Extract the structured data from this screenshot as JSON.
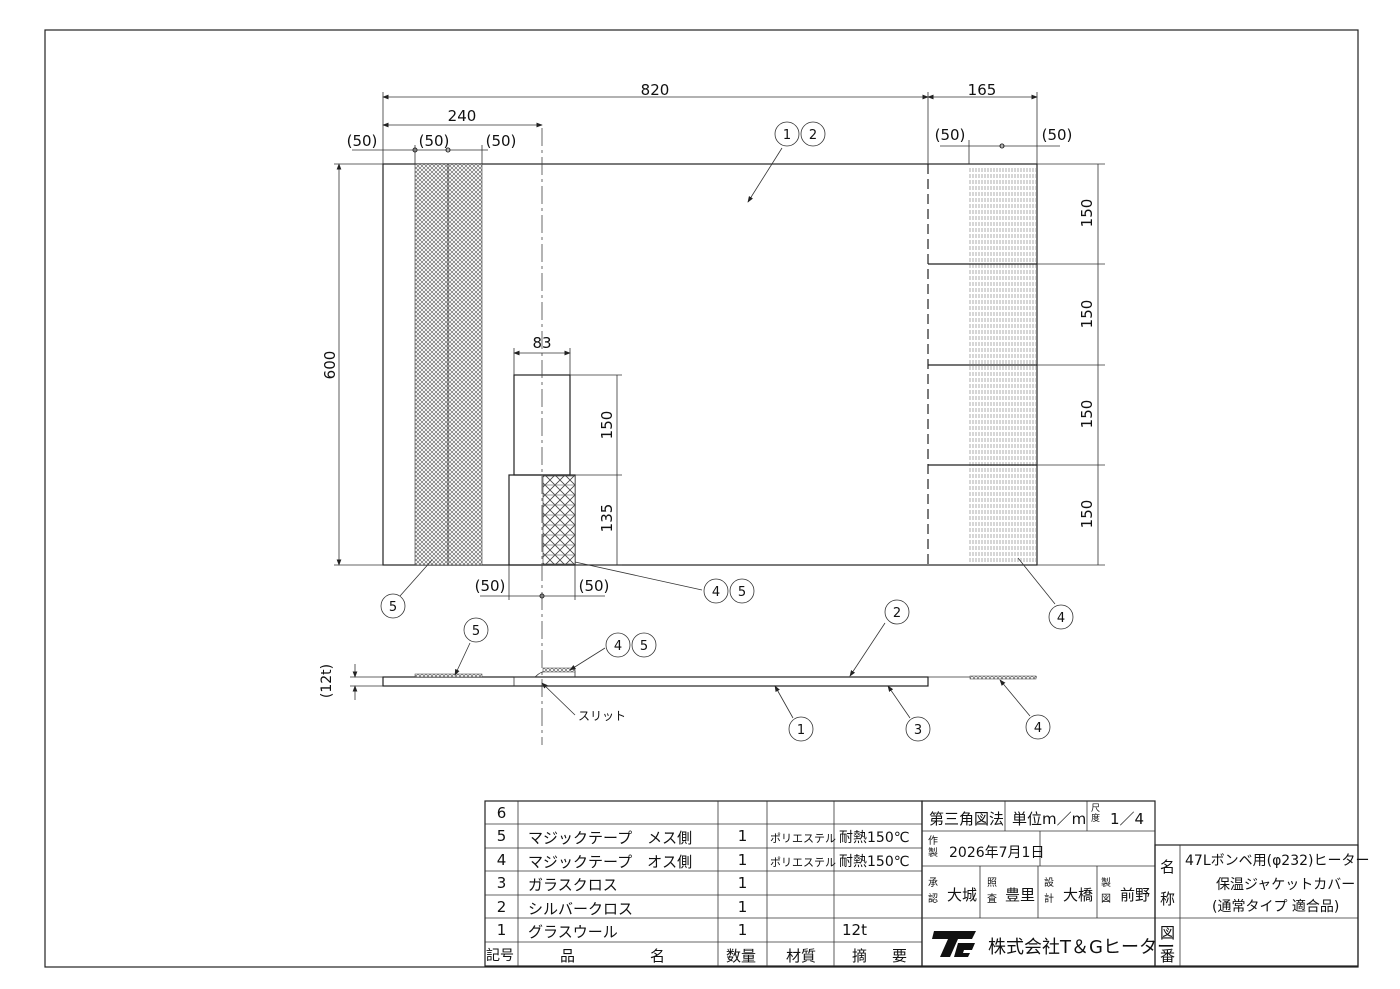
{
  "dims": {
    "overall_width": "820",
    "right_width": "165",
    "left_width": "240",
    "left_gap": "(50)",
    "left_tape": "(50)",
    "left_tape2": "(50)",
    "right_gap": "(50)",
    "right_tape": "(50)",
    "height": "600",
    "right_seg1": "150",
    "right_seg2": "150",
    "right_seg3": "150",
    "right_seg4": "150",
    "notch_width": "83",
    "notch_h1": "150",
    "notch_h2": "135",
    "bottom_gap1": "(50)",
    "bottom_gap2": "(50)",
    "thickness": "(12t)",
    "slit_label": "スリット"
  },
  "callouts": {
    "c1": "1",
    "c2": "2",
    "c3": "3",
    "c4": "4",
    "c5": "5"
  },
  "parts_table": {
    "rows": [
      {
        "no": "6",
        "name": "",
        "qty": "",
        "material": "",
        "note": ""
      },
      {
        "no": "5",
        "name": "マジックテープ　メス側",
        "qty": "1",
        "material": "ポリエステル",
        "note": "耐熱150℃"
      },
      {
        "no": "4",
        "name": "マジックテープ　オス側",
        "qty": "1",
        "material": "ポリエステル",
        "note": "耐熱150℃"
      },
      {
        "no": "3",
        "name": "ガラスクロス",
        "qty": "1",
        "material": "",
        "note": ""
      },
      {
        "no": "2",
        "name": "シルバークロス",
        "qty": "1",
        "material": "",
        "note": ""
      },
      {
        "no": "1",
        "name": "グラスウール",
        "qty": "1",
        "material": "",
        "note": "12t"
      }
    ],
    "header": {
      "no": "記号",
      "name1": "品",
      "name2": "名",
      "qty": "数量",
      "material": "材質",
      "note1": "摘",
      "note2": "要"
    }
  },
  "title_block": {
    "projection": "第三角図法",
    "unit": "単位m／m",
    "scale_label": "尺度",
    "scale": "1／4",
    "made_label": "作製",
    "date": "2026年7月1日",
    "approve_label": "承認",
    "approve": "大城",
    "check_label": "照査",
    "check": "豊里",
    "design_label": "設計",
    "design": "大橋",
    "draw_label": "製図",
    "draw": "前野",
    "name_label1": "名",
    "name_label2": "称",
    "title_line1": "47Lボンベ用(φ232)ヒーター",
    "title_line2": "保温ジャケットカバー",
    "title_line3": "(通常タイプ 適合品)",
    "company": "株式会社T＆Gヒーター",
    "logo": "TG",
    "dwg_label1": "図",
    "dwg_label2": "番"
  }
}
